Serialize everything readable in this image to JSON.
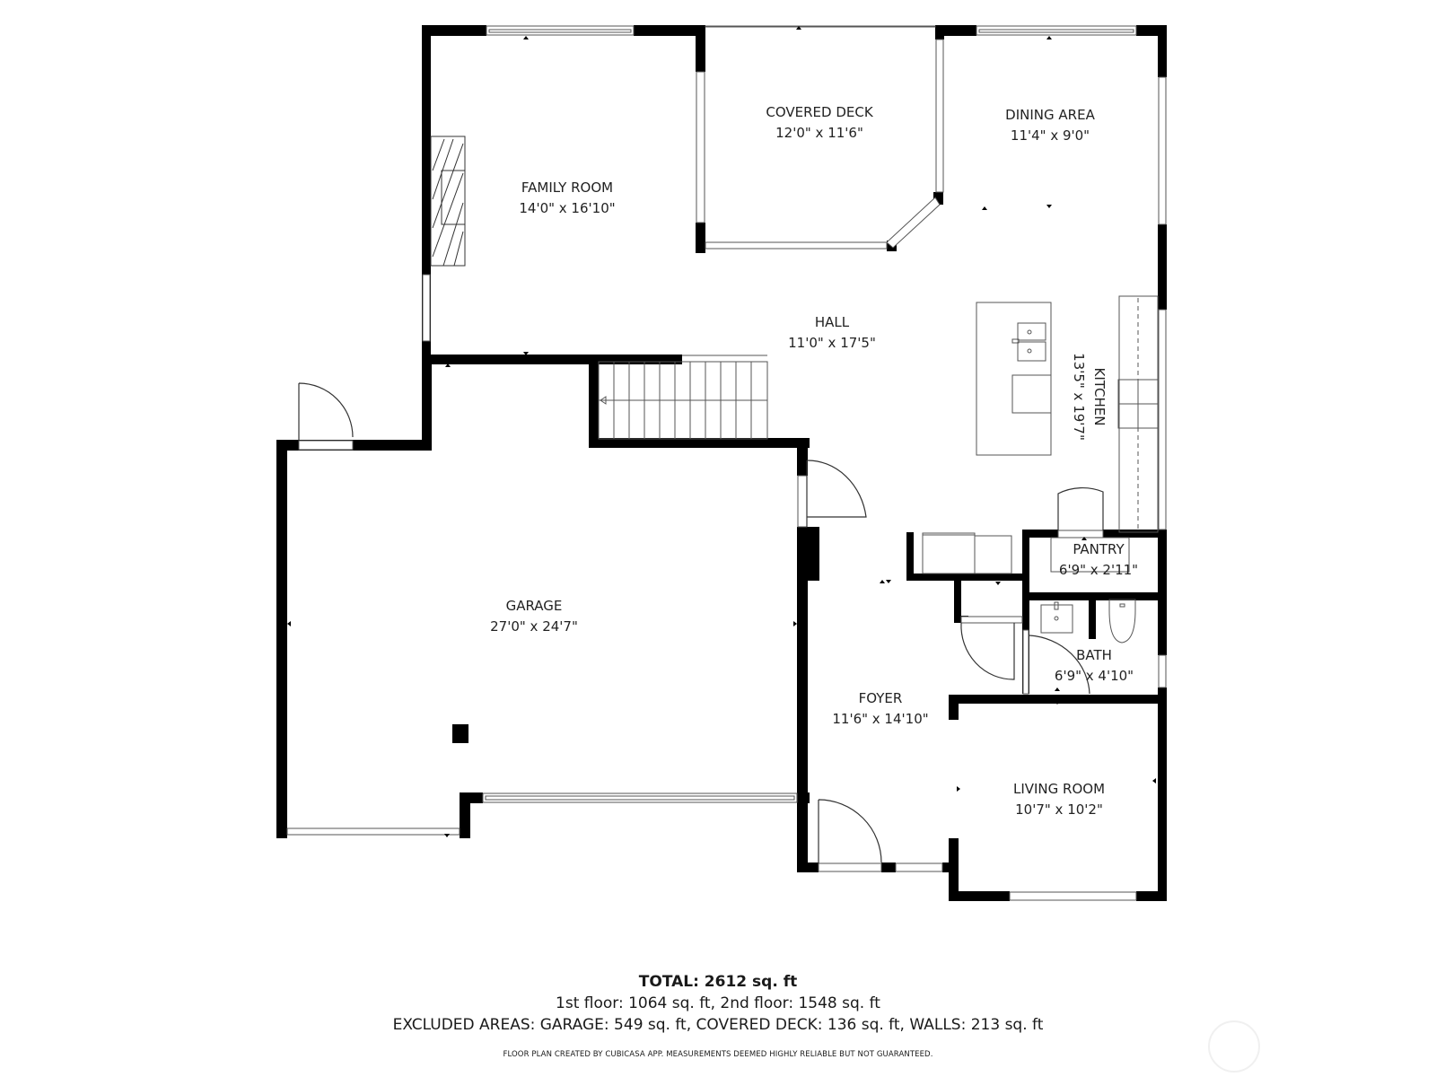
{
  "rooms": {
    "family_room": {
      "name": "FAMILY ROOM",
      "dims": "14'0\" x 16'10\""
    },
    "covered_deck": {
      "name": "COVERED DECK",
      "dims": "12'0\" x 11'6\""
    },
    "dining_area": {
      "name": "DINING AREA",
      "dims": "11'4\" x 9'0\""
    },
    "hall": {
      "name": "HALL",
      "dims": "11'0\" x 17'5\""
    },
    "kitchen": {
      "name": "KITCHEN",
      "dims": "13'5\" x 19'7\""
    },
    "garage": {
      "name": "GARAGE",
      "dims": "27'0\" x 24'7\""
    },
    "pantry": {
      "name": "PANTRY",
      "dims": "6'9\" x 2'11\""
    },
    "bath": {
      "name": "BATH",
      "dims": "6'9\" x 4'10\""
    },
    "foyer": {
      "name": "FOYER",
      "dims": "11'6\" x 14'10\""
    },
    "living_room": {
      "name": "LIVING ROOM",
      "dims": "10'7\" x 10'2\""
    }
  },
  "summary": {
    "total": "TOTAL: 2612 sq. ft",
    "floors": "1st floor: 1064 sq. ft, 2nd floor: 1548 sq. ft",
    "excluded": "EXCLUDED AREAS: GARAGE: 549 sq. ft, COVERED DECK: 136 sq. ft, WALLS: 213 sq. ft",
    "disclaimer": "FLOOR PLAN CREATED BY CUBICASA APP. MEASUREMENTS DEEMED HIGHLY RELIABLE BUT NOT GUARANTEED."
  },
  "colors": {
    "wall": "#000000",
    "fixture_line": "#555555",
    "background": "#ffffff"
  }
}
